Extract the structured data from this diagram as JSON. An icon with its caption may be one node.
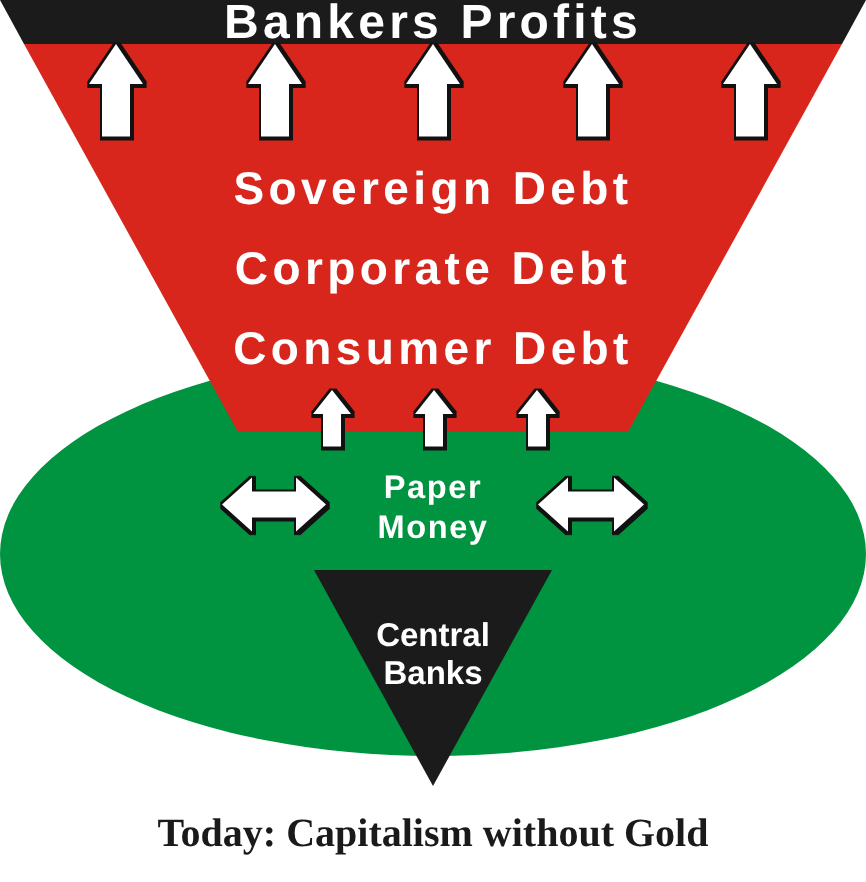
{
  "diagram": {
    "caption": "Today: Capitalism without Gold",
    "nodes": [
      {
        "text": [
          "Bankers Profits"
        ]
      },
      {
        "text": [
          "Sovereign Debt",
          "Corporate Debt",
          "Consumer Debt"
        ]
      },
      {
        "text": [
          "Paper Money"
        ]
      },
      {
        "text": [
          "Central Banks"
        ]
      }
    ],
    "edges": [
      {
        "from": 1,
        "to": 0,
        "arrow": "to"
      },
      {
        "from": 1,
        "to": 0,
        "arrow": "to"
      },
      {
        "from": 1,
        "to": 0,
        "arrow": "to"
      },
      {
        "from": 1,
        "to": 0,
        "arrow": "to"
      },
      {
        "from": 1,
        "to": 0,
        "arrow": "to"
      },
      {
        "from": 2,
        "to": 1,
        "arrow": "to"
      },
      {
        "from": 2,
        "to": 1,
        "arrow": "to"
      },
      {
        "from": 2,
        "to": 1,
        "arrow": "to"
      }
    ]
  }
}
